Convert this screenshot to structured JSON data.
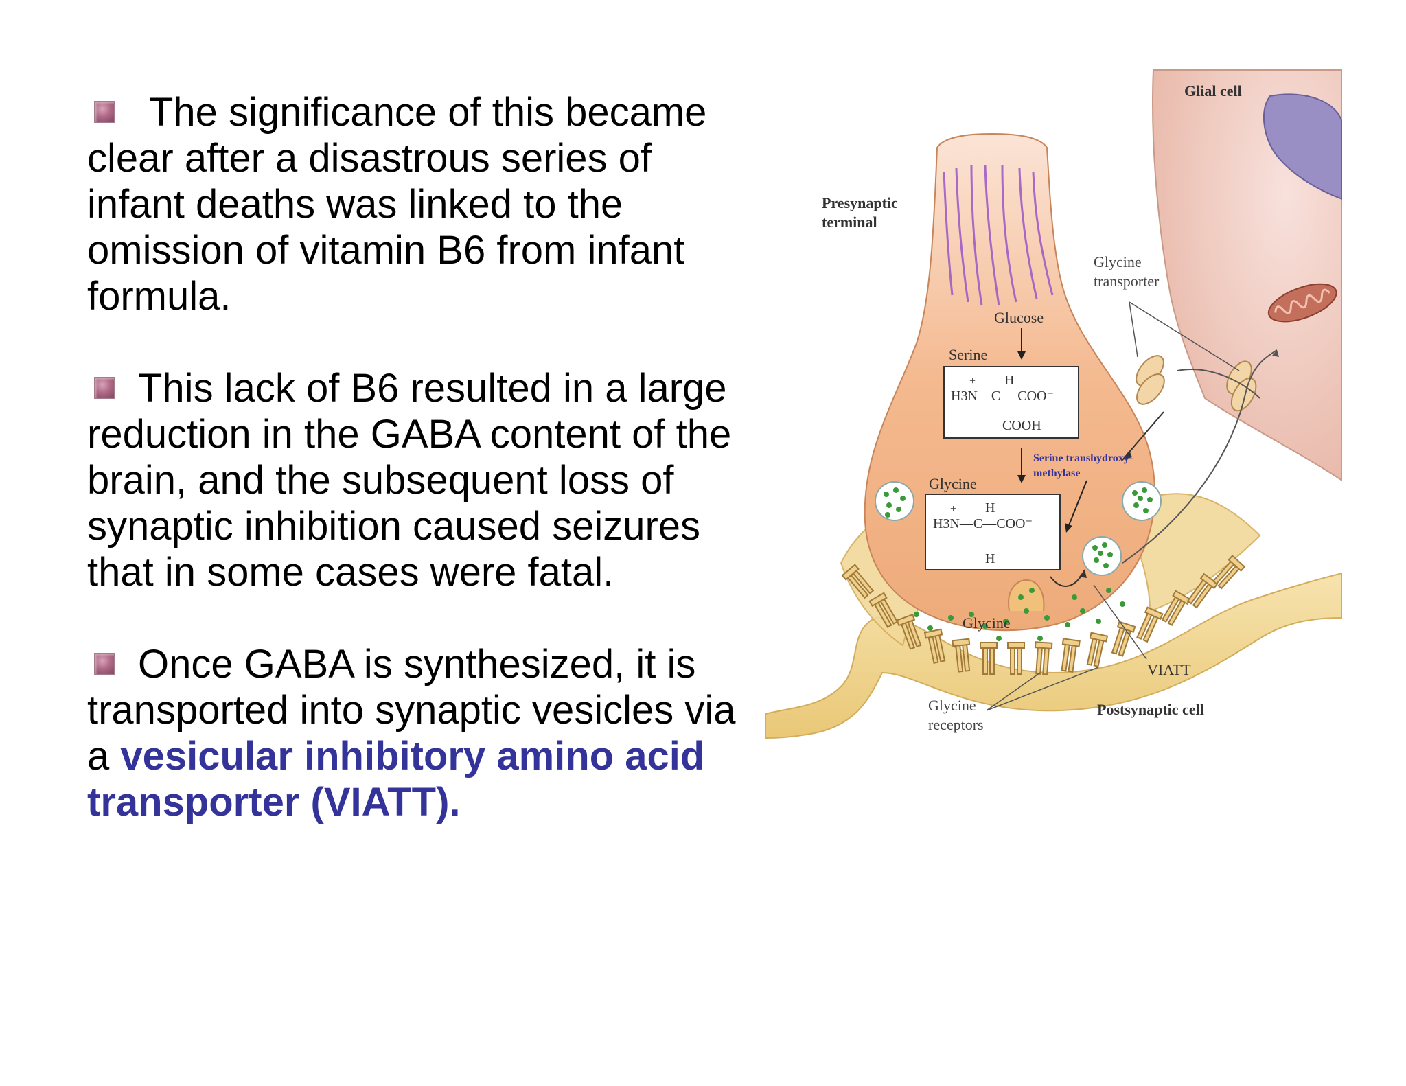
{
  "paragraphs": [
    {
      "text": "The significance of this became clear after a disastrous series of infant deaths was linked to the omission of vitamin B6 from infant formula."
    },
    {
      "text": "This lack of B6 resulted in a large reduction in the GABA content of the brain, and the subsequent loss of synaptic inhibition caused seizures that in some cases were fatal."
    },
    {
      "text_before": "Once GABA is synthesized, it is transported into synaptic vesicles via a ",
      "highlight": "vesicular inhibitory amino acid transporter (VIATT)."
    }
  ],
  "diagram": {
    "labels": {
      "glial_cell": "Glial cell",
      "presynaptic_terminal_line1": "Presynaptic",
      "presynaptic_terminal_line2": "terminal",
      "glycine_transporter_line1": "Glycine",
      "glycine_transporter_line2": "transporter",
      "glucose": "Glucose",
      "serine": "Serine",
      "serine_formula_h_top": "H",
      "serine_formula_plus": "+",
      "serine_formula_main": "H3N—C— COO⁻",
      "serine_formula_cooh": "COOH",
      "enzyme_line1": "Serine transhydroxy-",
      "enzyme_line2": "methylase",
      "glycine_top": "Glycine",
      "glycine_formula_h_top": "H",
      "glycine_formula_plus": "+",
      "glycine_formula_main": "H3N—C—COO⁻",
      "glycine_formula_h_bottom": "H",
      "glycine_cleft": "Glycine",
      "viatt": "VIATT",
      "glycine_receptors_line1": "Glycine",
      "glycine_receptors_line2": "receptors",
      "postsynaptic_cell": "Postsynaptic cell"
    },
    "colors": {
      "presynaptic": "#f2b083",
      "postsynaptic": "#f0d28c",
      "glial": "#f1c8bd",
      "nucleus": "#9a8fc4",
      "enzyme_text": "#33339a",
      "glycine_dot": "#3a9a3a",
      "microtubule": "#9a56c8"
    }
  }
}
